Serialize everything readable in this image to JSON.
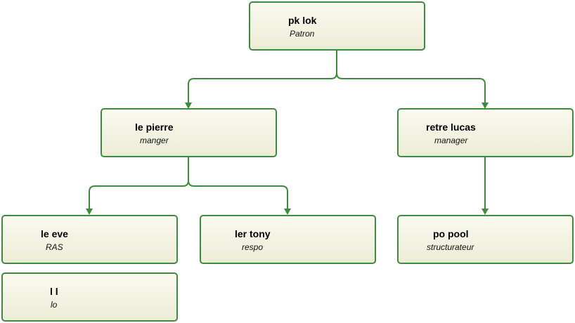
{
  "colors": {
    "border": "#3e8a3e",
    "fill_top": "#fafaf0",
    "fill_bottom": "#ececd6",
    "connector": "#3e8a3e"
  },
  "nodes": [
    {
      "id": "pk-lok",
      "name": "pk lok",
      "role": "Patron"
    },
    {
      "id": "le-pierre",
      "name": "le pierre",
      "role": "manger"
    },
    {
      "id": "retre-lucas",
      "name": "retre lucas",
      "role": "manager"
    },
    {
      "id": "le-eve",
      "name": "le eve",
      "role": "RAS"
    },
    {
      "id": "ler-tony",
      "name": "ler tony",
      "role": "respo"
    },
    {
      "id": "po-pool",
      "name": "po pool",
      "role": "structurateur"
    },
    {
      "id": "l-l",
      "name": "l l",
      "role": "lo"
    }
  ],
  "edges": [
    {
      "from": "pk-lok",
      "to": "le-pierre"
    },
    {
      "from": "pk-lok",
      "to": "retre-lucas"
    },
    {
      "from": "le-pierre",
      "to": "le-eve"
    },
    {
      "from": "le-pierre",
      "to": "ler-tony"
    },
    {
      "from": "retre-lucas",
      "to": "po-pool"
    }
  ]
}
